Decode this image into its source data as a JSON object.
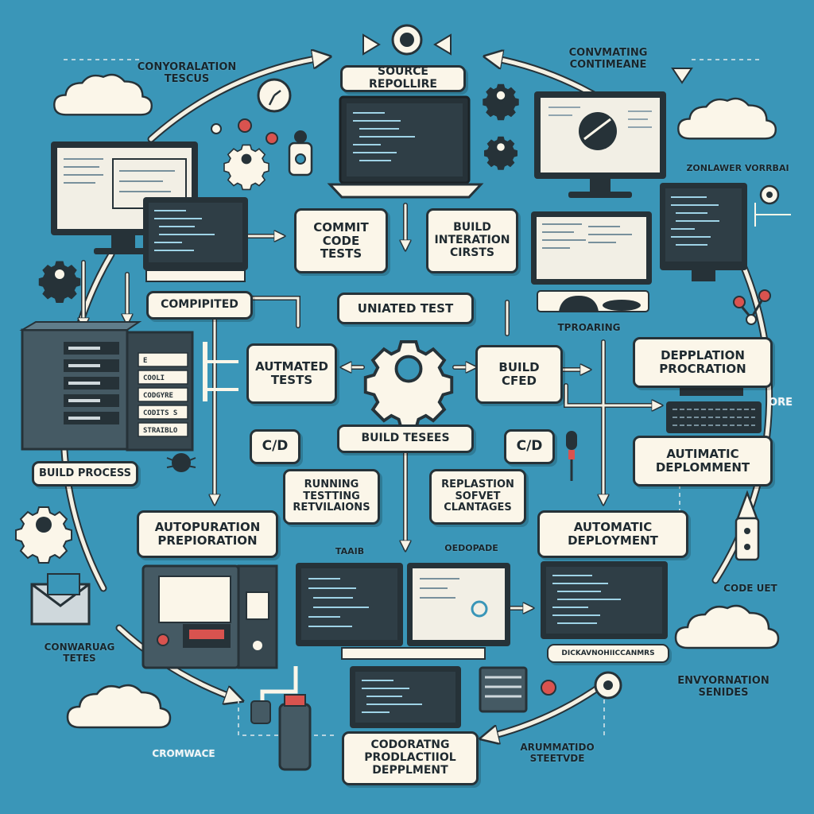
{
  "background_color": "#3a96b8",
  "accent_color": "#fbf6e9",
  "outline_color": "#263238",
  "boxes": {
    "source_repo": "SOURCE REPOLLIRE",
    "commit_code": "COMMIT\nCODE\nTESTS",
    "build_integration": "BUILD\nINTERATION\nCIRSTS",
    "unit_test": "UNIATED TEST",
    "compiled": "COMPIPITED",
    "automated_tests": "AUTMATED\nTESTS",
    "build_cfed": "BUILD\nCFED",
    "deployment_procration": "DEPPLATION\nPROCRATION",
    "build_tesees": "BUILD TESEES",
    "cd_left": "C/D",
    "cd_right": "C/D",
    "automatic_deployment_right": "AUTIMATIC\nDEPLOMMENT",
    "build_process": "BUILD PROCESS",
    "running_testing": "RUNNING\nTESTTING\nRETVILAIONS",
    "replastion_changes": "REPLASTION\nSOFVET\nCLANTAGES",
    "autopuration": "AUTOPURATION\nPREPIORATION",
    "automatic_deployment_center": "AUTOMATIC\nDEPLOYMENT",
    "coodrating_deployment": "CODORATNG\nPRODLACTIIOL\nDEPPLMENT",
    "monitor_caption": "DICKAVNOHIICCANMRS"
  },
  "free_labels": {
    "top_left": "CONYORALATION\nTESCUS",
    "top_right": "CONVMATING\nCONTIMEANE",
    "mid_right": "ZONLAWER VORRBAI",
    "tproaring": "TPROARING",
    "ore": "ORE",
    "taaib": "TAAIB",
    "oedopade": "OEDOPADE",
    "code_uet": "CODE UET",
    "conwarung_tetes": "CONWARUAG\nTETES",
    "environment_services": "ENVYORNATION\nSENIDES",
    "cromwace": "CROMWACE",
    "armmatido": "ARUMMATIDO\nSTEETVDE"
  },
  "server_labels": [
    "E",
    "COOLI",
    "CODGYRE",
    "CODITS S",
    "STRAIBLO"
  ],
  "icons": [
    "gear-icon",
    "clock-icon",
    "cloud-icon",
    "server-icon",
    "monitor-icon",
    "laptop-icon",
    "keyboard-icon",
    "mouse-icon",
    "microphone-icon",
    "envelope-icon",
    "rocket-icon",
    "bug-icon",
    "camera-icon",
    "database-icon"
  ]
}
